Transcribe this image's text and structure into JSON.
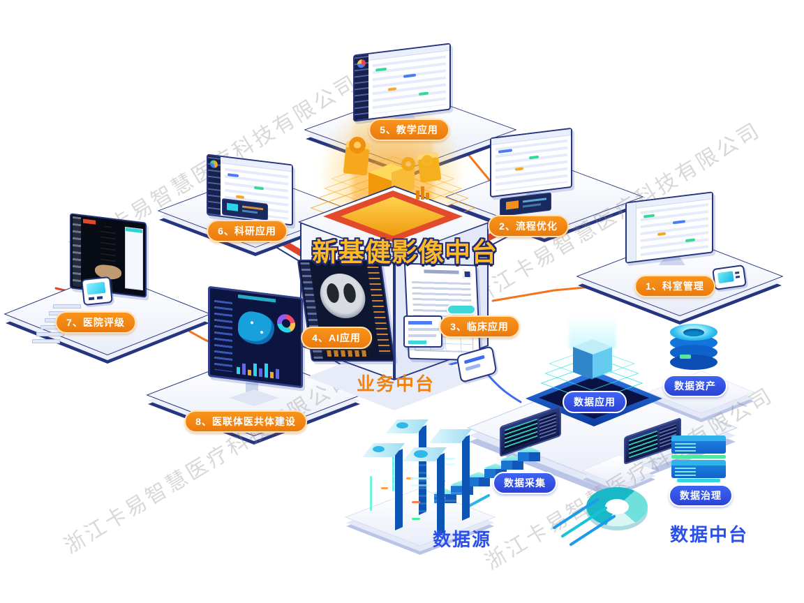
{
  "watermark": {
    "text": "浙江卡易智慧医疗科技有限公司"
  },
  "hub": {
    "title": "新基健影像中台",
    "business_label": "业务中台"
  },
  "apps": [
    {
      "label": "1、科室管理"
    },
    {
      "label": "2、流程优化"
    },
    {
      "label": "3、临床应用"
    },
    {
      "label": "4、AI应用"
    },
    {
      "label": "5、教学应用"
    },
    {
      "label": "6、科研应用"
    },
    {
      "label": "7、医院评级"
    },
    {
      "label": "8、医联体医共体建设"
    }
  ],
  "data_platform": {
    "title": "数据中台",
    "nodes": [
      {
        "label": "数据应用"
      },
      {
        "label": "数据资产"
      },
      {
        "label": "数据采集"
      },
      {
        "label": "数据治理"
      }
    ]
  },
  "data_source": {
    "title": "数据源"
  },
  "colors": {
    "accent_orange": "#f0820f",
    "accent_blue": "#2b50e8",
    "pill_orange": "#f08519",
    "pill_blue": "#3450e0",
    "line_orange": "#f4731c",
    "line_red": "#e0432a",
    "navy_edge": "#26357f",
    "title_gold": "#fdb92a"
  }
}
